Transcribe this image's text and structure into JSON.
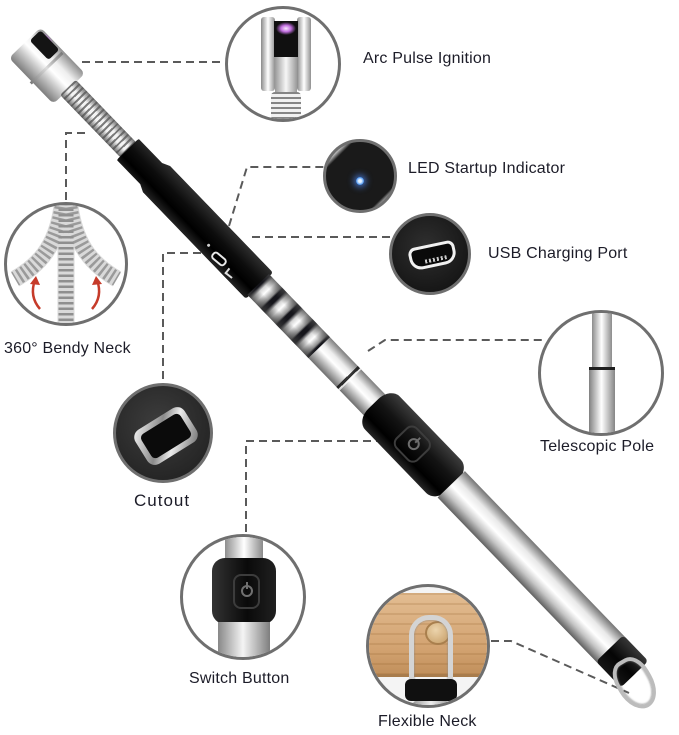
{
  "figure": {
    "background_color": "#ffffff",
    "label_color": "#1c1c28",
    "connector_color": "#5a5a5a",
    "circle_border_color": "#6f6f6f",
    "arc_glow_color": "#c26fe0",
    "led_dot_color": "#3f8df0",
    "wood_color": "#d2a270",
    "callouts": [
      {
        "id": "arc-pulse",
        "label": "Arc Pulse Ignition"
      },
      {
        "id": "led-indicator",
        "label": "LED Startup Indicator"
      },
      {
        "id": "usb-port",
        "label": "USB Charging Port"
      },
      {
        "id": "bendy-neck",
        "label": "360° Bendy Neck"
      },
      {
        "id": "telescopic-pole",
        "label": "Telescopic Pole"
      },
      {
        "id": "cutout",
        "label": "Cutout"
      },
      {
        "id": "switch-button",
        "label": "Switch Button"
      },
      {
        "id": "flexible-neck",
        "label": "Flexible Neck"
      }
    ]
  }
}
